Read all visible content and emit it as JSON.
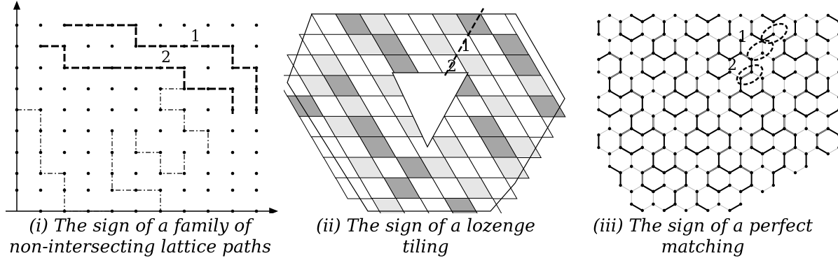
{
  "panels": [
    {
      "id": "lattice-paths",
      "path_labels": [
        "1",
        "2"
      ],
      "caption_line1": "(i) The sign of a family of",
      "caption_line2": "non-intersecting lattice paths"
    },
    {
      "id": "lozenge-tiling",
      "path_labels": [
        "1",
        "2"
      ],
      "caption_line1": "(ii) The sign of a lozenge",
      "caption_line2": "tiling"
    },
    {
      "id": "perfect-matching",
      "path_labels": [
        "1",
        "2"
      ],
      "caption_line1": "(iii) The sign of a perfect",
      "caption_line2": "matching"
    }
  ],
  "colors": {
    "ink": "#000000",
    "tile_light": "#e6e6e6",
    "tile_dark": "#a6a6a6",
    "tile_white": "#ffffff",
    "edge_grey": "#bdbdbd"
  }
}
